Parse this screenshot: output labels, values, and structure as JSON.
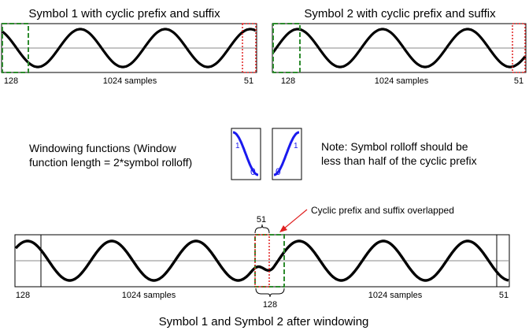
{
  "panel1": {
    "title": "Symbol 1 with cyclic prefix and suffix",
    "left_label": "128",
    "center_label": "1024 samples",
    "right_label": "51"
  },
  "panel2": {
    "title": "Symbol 2 with cyclic prefix and suffix",
    "left_label": "128",
    "center_label": "1024 samples",
    "right_label": "51"
  },
  "windowing": {
    "text_line1": "Windowing functions (Window",
    "text_line2": "function length = 2*symbol rolloff)",
    "falling_top": "1",
    "falling_bottom": "0",
    "rising_top": "1",
    "rising_bottom": "0"
  },
  "note": {
    "line1": "Note: Symbol rolloff should be",
    "line2": "less than half of the cyclic prefix"
  },
  "combined": {
    "overlap_label": "Cyclic prefix and suffix overlapped",
    "brace_top_label": "51",
    "brace_bottom_label": "128",
    "left_label": "128",
    "center_left_label": "1024 samples",
    "center_right_label": "1024 samples",
    "right_label": "51",
    "caption": "Symbol 1 and Symbol 2 after windowing"
  },
  "colors": {
    "wave": "#000000",
    "prefix_box": "#2e8b2e",
    "suffix_box": "#e02020",
    "window_curve": "#1a1aee",
    "arrow": "#e02020"
  }
}
